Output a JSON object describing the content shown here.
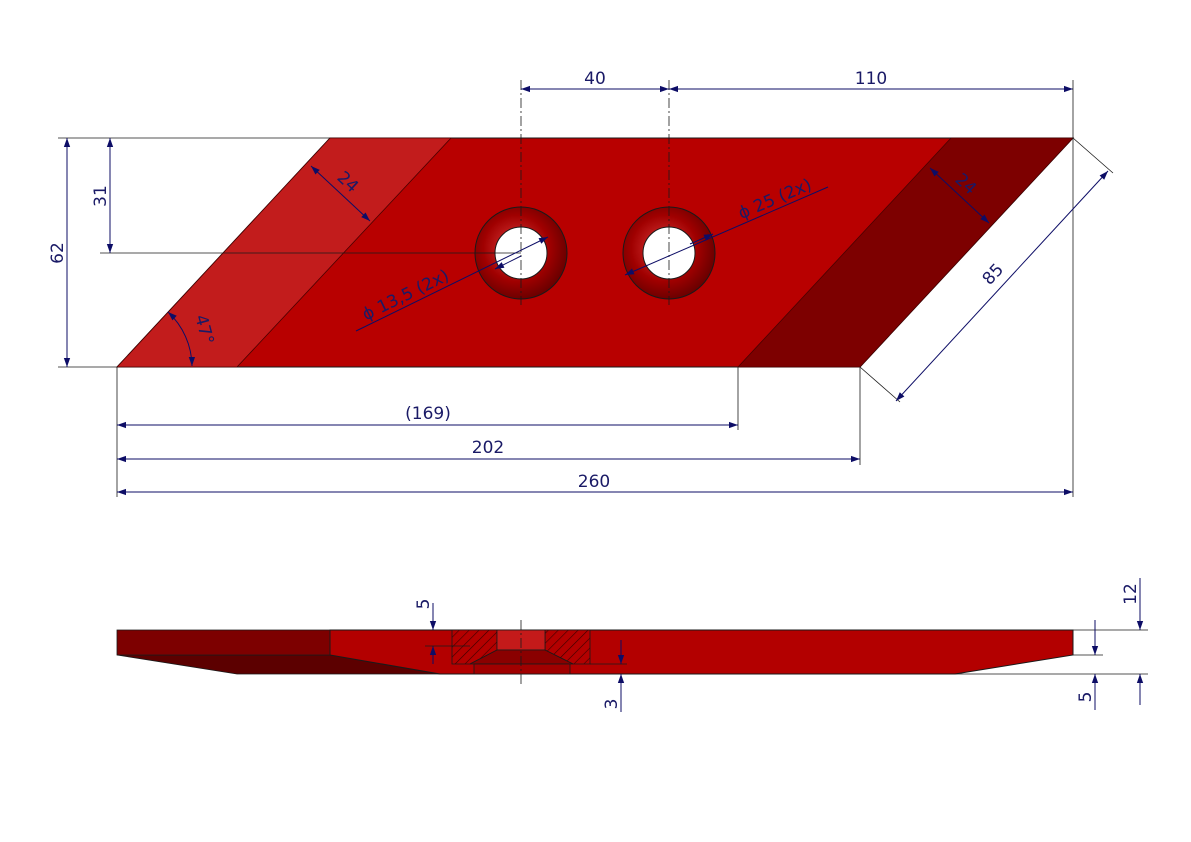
{
  "colors": {
    "face": "#b80000",
    "bevel_left": "#bf1a1a",
    "bevel_right": "#7a0000",
    "hole_ring": "#9a0000",
    "side_face": "#b30000",
    "side_dark": "#7a0000",
    "side_darker": "#5a0000",
    "dimension": "#0d0d66",
    "outline": "#1a1a1a"
  },
  "top_view": {
    "dim_hole_spacing": "40",
    "dim_hole_to_edge": "110",
    "dim_height": "62",
    "dim_hole_height": "31",
    "dim_bevel_left": "24",
    "dim_bevel_right": "24",
    "dim_angle": "47°",
    "dim_small_hole": "ϕ 13,5  (2x)",
    "dim_large_hole": "ϕ 25  (2x)",
    "dim_slant": "85",
    "dim_169": "(169)",
    "dim_202": "202",
    "dim_260": "260"
  },
  "side_view": {
    "dim_counterbore": "5",
    "dim_flat": "3",
    "dim_thickness": "12",
    "dim_edge": "5"
  }
}
